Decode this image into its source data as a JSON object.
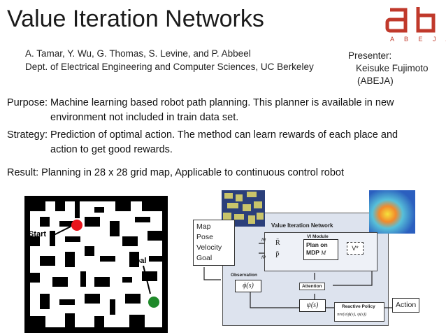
{
  "slide": {
    "title": "Value Iteration Networks",
    "authors": "A. Tamar, Y. Wu, G. Thomas, S. Levine, and P. Abbeel",
    "affiliation": "Dept. of Electrical Engineering and Computer Sciences, UC Berkeley",
    "presenter_label": "Presenter:",
    "presenter_name": "Keisuke Fujimoto",
    "presenter_org": "(ABEJA)",
    "logo_text": "A B E J A"
  },
  "bullets": [
    {
      "key": "Purpose:",
      "text": "Machine learning based robot path planning. This planner is available in new environment not included in train data set."
    },
    {
      "key": "Strategy:",
      "text": "Prediction of optimal action. The method can learn rewards of each place and action to get good rewards."
    }
  ],
  "result": "Result: Planning in 28 x 28 grid map, Applicable to continuous control robot",
  "grid_map": {
    "start_label": "Start",
    "goal_label": "Goal",
    "start_color": "#e8141c",
    "goal_color": "#1f8a2a"
  },
  "diagram": {
    "inputs": [
      "Map",
      "Pose",
      "Velocity",
      "Goal"
    ],
    "network_title": "Value Iteration Network",
    "vi_module": "VI Module",
    "plan_line1": "Plan on",
    "plan_line2": "MDP",
    "plan_m": "M",
    "f_r": "fR",
    "f_p": "fP",
    "r_bar": "R̄",
    "p_bar": "P̄",
    "v_star": "V*",
    "observation": "Observation",
    "phi_s": "ϕ(s)",
    "attention": "Attention",
    "psi_s": "ψ(s)",
    "reactive_policy": "Reactive Policy",
    "policy_formula": "πre(a|ϕ(s), ψ(s))",
    "action": "Action",
    "panel_bg": "#dde3ee"
  }
}
